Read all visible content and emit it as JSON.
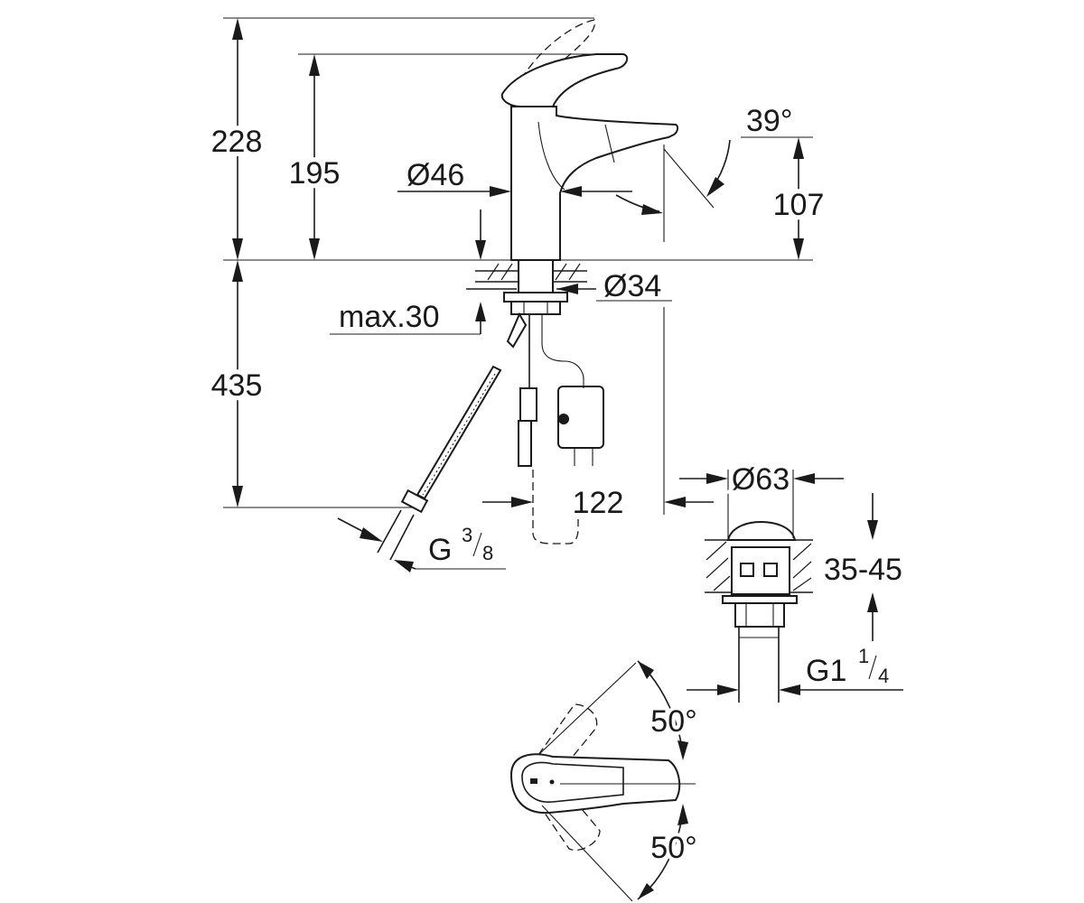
{
  "dimensions": {
    "total_height": "228",
    "lever_height": "195",
    "spout_height": "107",
    "body_diameter": "Ø46",
    "base_diameter": "Ø34",
    "spout_angle": "39°",
    "max_thickness": "max.30",
    "hose_length": "435",
    "spout_reach": "122",
    "waste_diameter": "Ø63",
    "basin_thickness": "35-45",
    "hose_connection": "G",
    "hose_connection_num": "3",
    "hose_connection_den": "8",
    "waste_connection": "G1",
    "waste_connection_num": "1",
    "waste_connection_den": "4",
    "lever_rotation_upper": "50°",
    "lever_rotation_lower": "50°"
  }
}
